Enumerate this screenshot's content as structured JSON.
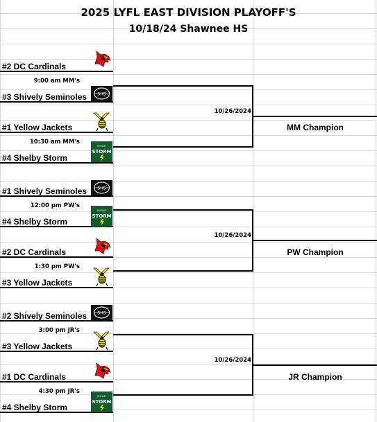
{
  "header": {
    "title": "2025 LYFL EAST DIVISION PLAYOFF'S",
    "subtitle": "10/18/24 Shawnee HS"
  },
  "brackets": [
    {
      "game1": {
        "top_team": "#2 DC Cardinals",
        "time": "9:00 am MM's",
        "bottom_team": "#3 Shively Seminoles"
      },
      "game2": {
        "top_team": "#1 Yellow Jackets",
        "time": "10:30 am MM's",
        "bottom_team": "#4 Shelby Storm"
      },
      "final_date": "10/26/2024",
      "champion": "MM Champion"
    },
    {
      "game1": {
        "top_team": "#1 Shively Seminoles",
        "time": "12:00 pm  PW's",
        "bottom_team": "#4 Shelby Storm"
      },
      "game2": {
        "top_team": "#2 DC Cardinals",
        "time": "1:30 pm PW's",
        "bottom_team": "#3  Yellow Jackets"
      },
      "final_date": "10/26/2024",
      "champion": "PW Champion"
    },
    {
      "game1": {
        "top_team": "#2 Shively Seminoles",
        "time": "3:00 pm JR's",
        "bottom_team": "#3 Yellow Jackets"
      },
      "game2": {
        "top_team": "#1 DC Cardinals",
        "time": "4:30 pm JR's",
        "bottom_team": "#4 Shelby Storm"
      },
      "final_date": "10/26/2024",
      "champion": "JR Champion"
    }
  ],
  "logos": {
    "storm_text": "STORM",
    "storm_small": "SHELBY",
    "seminoles_text": "SHS"
  },
  "colors": {
    "cardinal_red": "#d7141a",
    "jacket_yellow": "#f2e600",
    "storm_green": "#145c2e"
  }
}
